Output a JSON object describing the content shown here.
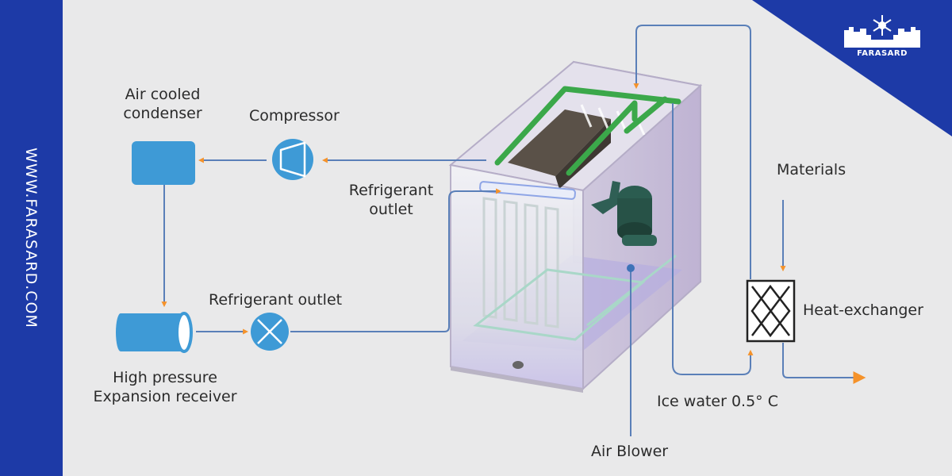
{
  "brand": {
    "name": "FARASARD",
    "website": "WWW.FARASARD.COM",
    "color": "#1d3aa7"
  },
  "labels": {
    "air_cooled_condenser": [
      "Air cooled",
      "condenser"
    ],
    "compressor": "Compressor",
    "refrigerant_outlet_top": [
      "Refrigerant",
      "outlet"
    ],
    "refrigerant_outlet_mid": "Refrigerant outlet",
    "receiver": [
      "High pressure",
      "Expansion receiver"
    ],
    "materials": "Materials",
    "heat_exchanger": "Heat-exchanger",
    "ice_water": "Ice water 0.5°  C",
    "air_blower": "Air Blower"
  },
  "colors": {
    "component_blue": "#3e9ad6",
    "line_blue": "#5a7fb8",
    "arrow_orange": "#f5922a",
    "pipe_green": "#3ba84a",
    "background": "#e9e9ea"
  },
  "icons": [
    "condenser-icon",
    "compressor-icon",
    "receiver-icon",
    "expansion-valve-icon",
    "heat-exchanger-icon",
    "air-blower-icon",
    "snowflake-icon"
  ]
}
